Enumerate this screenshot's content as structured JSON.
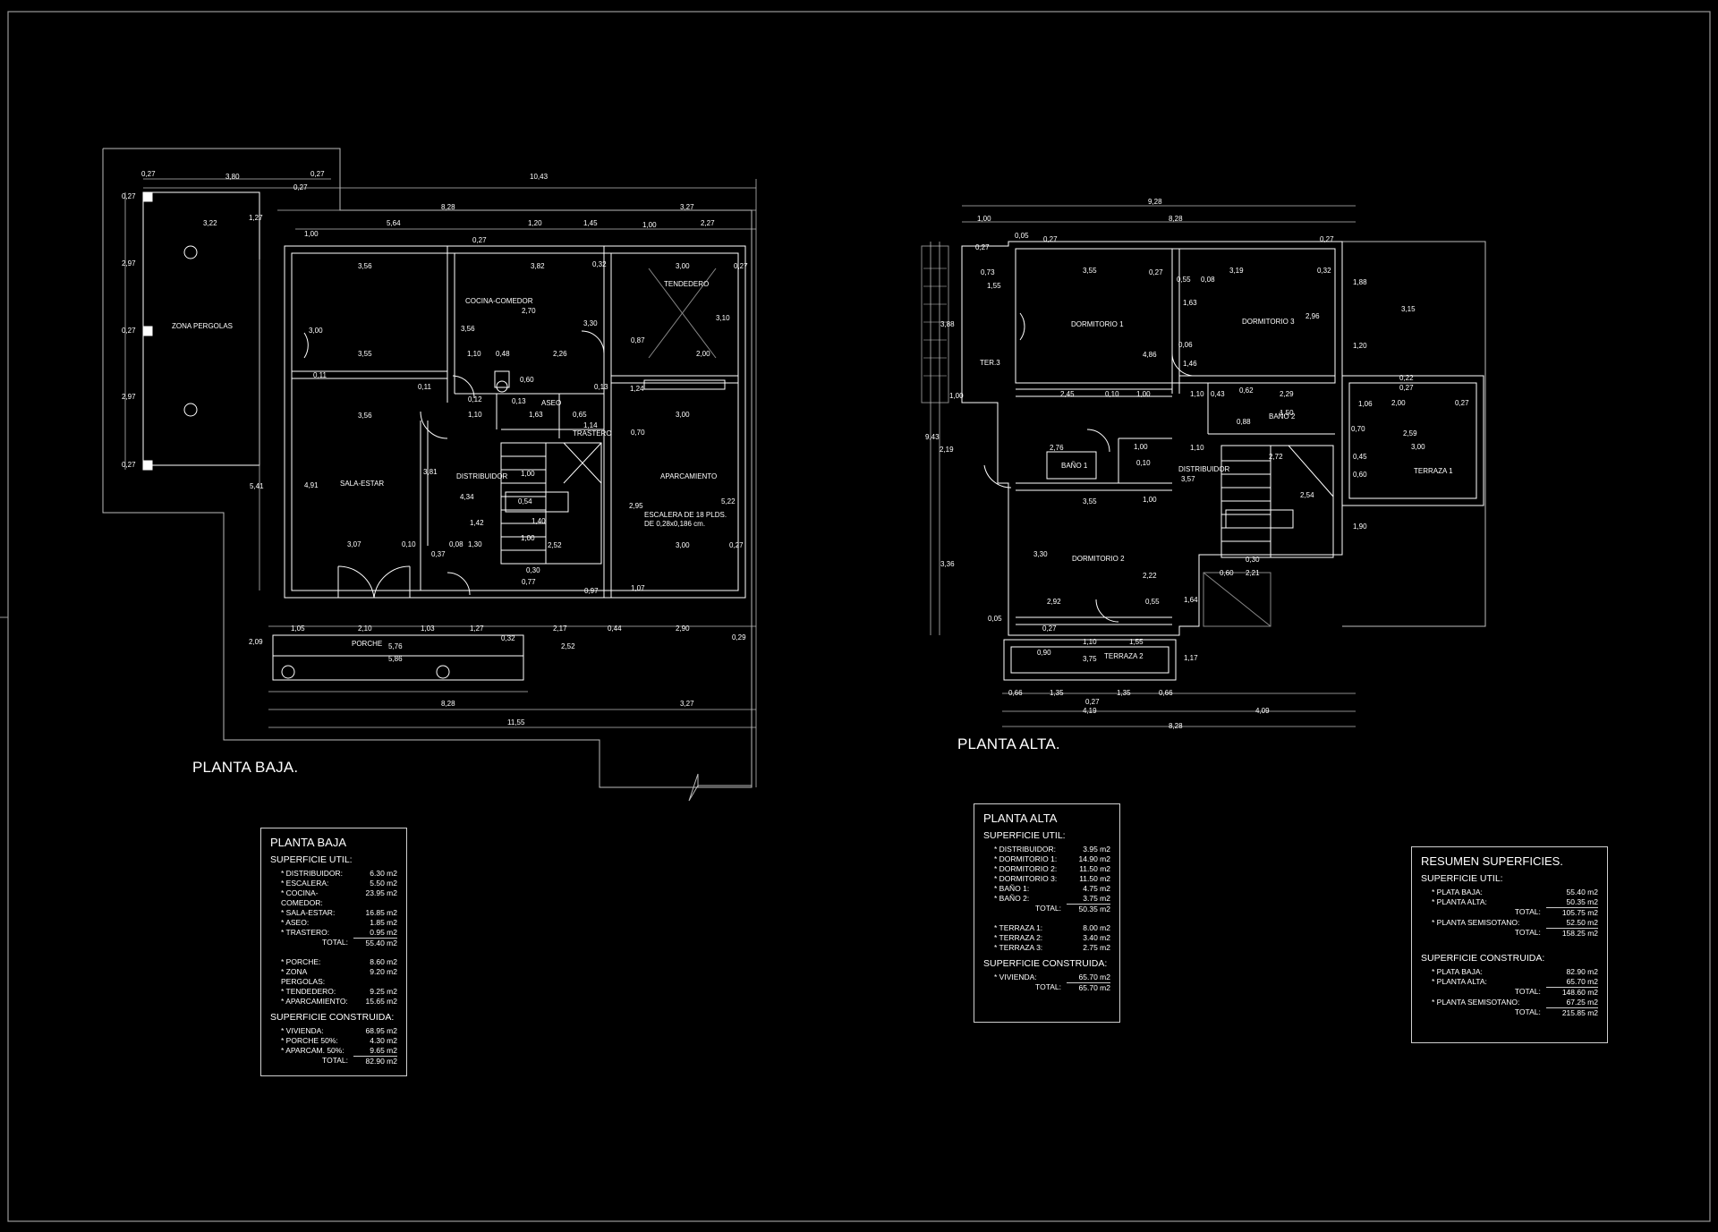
{
  "planta_baja": {
    "title": "PLANTA BAJA.",
    "rooms": [
      "ZONA PERGOLAS",
      "COCINA-COMEDOR",
      "TENDEDERO",
      "SALA-ESTAR",
      "DISTRIBUIDOR",
      "ASEO",
      "TRASTERO",
      "APARCAMIENTO",
      "PORCHE"
    ],
    "stair_note": [
      "ESCALERA DE 18 PLDS.",
      "DE 0,28x0,186 cm."
    ],
    "dims": {
      "top": [
        "0,27",
        "3,80",
        "0,27",
        "10,43",
        "0,27",
        "8,28",
        "3,27",
        "3,22",
        "1,27",
        "5,64",
        "1,20",
        "1,45",
        "1,00",
        "2,27",
        "1,00",
        "0,27"
      ],
      "left": [
        "0,27",
        "2,97",
        "0,27",
        "2,97",
        "0,27",
        "5,41"
      ],
      "interior": [
        "3,56",
        "3,82",
        "0,32",
        "3,00",
        "0,27",
        "2,70",
        "3,00",
        "3,56",
        "3,30",
        "3,10",
        "3,55",
        "1,10",
        "0,48",
        "2,26",
        "0,87",
        "2,00",
        "0,11",
        "0,11",
        "0,12",
        "0,60",
        "1,24",
        "0,13",
        "0,13",
        "3,56",
        "1,10",
        "1,63",
        "0,65",
        "1,14",
        "0,70",
        "3,00",
        "3,81",
        "4,34",
        "1,00",
        "4,91",
        "0,54",
        "1,40",
        "2,95",
        "5,22",
        "1,42",
        "1,00",
        "3,07",
        "0,10",
        "0,08",
        "1,30",
        "2,52",
        "3,00",
        "0,27",
        "0,37",
        "0,77",
        "0,30",
        "0,97",
        "1,07",
        "0,44",
        "2,90",
        "0,29"
      ],
      "bottom": [
        "1,05",
        "2,10",
        "1,03",
        "1,27",
        "2,17",
        "2,09",
        "0,32",
        "5,76",
        "2,52",
        "5,86",
        "8,28",
        "3,27",
        "11,55"
      ]
    }
  },
  "planta_alta": {
    "title": "PLANTA ALTA.",
    "rooms": [
      "DORMITORIO 1",
      "DORMITORIO 3",
      "BAÑO 2",
      "BAÑO 1",
      "DISTRIBUIDOR",
      "DORMITORIO 2",
      "TERRAZA 1",
      "TERRAZA 2",
      "TER.3"
    ],
    "dims": {
      "top": [
        "9,28",
        "1,00",
        "8,28",
        "0,05",
        "0,27",
        "0,27"
      ],
      "left": [
        "0,27",
        "1,55",
        "3,88",
        "1,00",
        "9,43",
        "2,19",
        "3,36"
      ],
      "interior": [
        "3,55",
        "0,27",
        "3,19",
        "0,32",
        "0,73",
        "0,55",
        "0,08",
        "2,96",
        "1,88",
        "3,15",
        "1,63",
        "1,20",
        "4,86",
        "0,06",
        "1,46",
        "0,22",
        "0,27",
        "2,45",
        "0,10",
        "1,00",
        "1,10",
        "0,43",
        "0,62",
        "2,29",
        "1,06",
        "2,00",
        "0,27",
        "1,50",
        "2,59",
        "2,76",
        "0,88",
        "3,00",
        "0,70",
        "1,00",
        "0,10",
        "1,10",
        "3,57",
        "2,72",
        "0,45",
        "0,60",
        "3,55",
        "1,00",
        "2,54",
        "1,90",
        "3,30",
        "2,22",
        "2,21",
        "0,30",
        "0,60",
        "1,64",
        "2,92",
        "0,55",
        "1,55",
        "1,10",
        "1,17",
        "0,05",
        "0,27"
      ],
      "bottom": [
        "0,66",
        "1,35",
        "0,27",
        "1,35",
        "0,66",
        "4,19",
        "4,09",
        "8,28",
        "3,75",
        "0,90"
      ]
    }
  },
  "tabla_planta_baja": {
    "title": "PLANTA BAJA",
    "util_heading": "SUPERFICIE UTIL:",
    "util_rows": [
      {
        "k": "* DISTRIBUIDOR:",
        "v": "6.30 m2"
      },
      {
        "k": "* ESCALERA:",
        "v": "5.50 m2"
      },
      {
        "k": "* COCINA-COMEDOR:",
        "v": "23.95 m2"
      },
      {
        "k": "* SALA-ESTAR:",
        "v": "16.85 m2"
      },
      {
        "k": "* ASEO:",
        "v": "1.85 m2"
      },
      {
        "k": "* TRASTERO:",
        "v": "0.95 m2"
      }
    ],
    "util_total": {
      "k": "TOTAL:",
      "v": "55.40 m2"
    },
    "extra_rows": [
      {
        "k": "* PORCHE:",
        "v": "8.60 m2"
      },
      {
        "k": "* ZONA PERGOLAS:",
        "v": "9.20 m2"
      },
      {
        "k": "* TENDEDERO:",
        "v": "9.25 m2"
      },
      {
        "k": "* APARCAMIENTO:",
        "v": "15.65 m2"
      }
    ],
    "construida_heading": "SUPERFICIE CONSTRUIDA:",
    "construida_rows": [
      {
        "k": "* VIVIENDA:",
        "v": "68.95 m2"
      },
      {
        "k": "* PORCHE 50%:",
        "v": "4.30 m2"
      },
      {
        "k": "* APARCAM. 50%:",
        "v": "9.65 m2"
      }
    ],
    "construida_total": {
      "k": "TOTAL:",
      "v": "82.90 m2"
    }
  },
  "tabla_planta_alta": {
    "title": "PLANTA ALTA",
    "util_heading": "SUPERFICIE UTIL:",
    "util_rows": [
      {
        "k": "* DISTRIBUIDOR:",
        "v": "3.95 m2"
      },
      {
        "k": "* DORMITORIO 1:",
        "v": "14.90 m2"
      },
      {
        "k": "* DORMITORIO 2:",
        "v": "11.50 m2"
      },
      {
        "k": "* DORMITORIO 3:",
        "v": "11.50 m2"
      },
      {
        "k": "* BAÑO 1:",
        "v": "4.75 m2"
      },
      {
        "k": "* BAÑO 2:",
        "v": "3.75 m2"
      }
    ],
    "util_total": {
      "k": "TOTAL:",
      "v": "50.35 m2"
    },
    "extra_rows": [
      {
        "k": "* TERRAZA 1:",
        "v": "8.00 m2"
      },
      {
        "k": "* TERRAZA 2:",
        "v": "3.40 m2"
      },
      {
        "k": "* TERRAZA 3:",
        "v": "2.75 m2"
      }
    ],
    "construida_heading": "SUPERFICIE CONSTRUIDA:",
    "construida_rows": [
      {
        "k": "* VIVIENDA:",
        "v": "65.70 m2"
      }
    ],
    "construida_total": {
      "k": "TOTAL:",
      "v": "65.70 m2"
    }
  },
  "tabla_resumen": {
    "title": "RESUMEN SUPERFICIES.",
    "util_heading": "SUPERFICIE UTIL:",
    "util_rows": [
      {
        "k": "* PLATA BAJA:",
        "v": "55.40 m2"
      },
      {
        "k": "* PLANTA ALTA:",
        "v": "50.35 m2"
      }
    ],
    "util_subtotal": {
      "k": "TOTAL:",
      "v": "105.75 m2"
    },
    "util_semisotano": {
      "k": "* PLANTA SEMISOTANO:",
      "v": "52.50 m2"
    },
    "util_total": {
      "k": "TOTAL:",
      "v": "158.25 m2"
    },
    "construida_heading": "SUPERFICIE CONSTRUIDA:",
    "construida_rows": [
      {
        "k": "* PLATA BAJA:",
        "v": "82.90 m2"
      },
      {
        "k": "* PLANTA ALTA:",
        "v": "65.70 m2"
      }
    ],
    "construida_subtotal": {
      "k": "TOTAL:",
      "v": "148.60 m2"
    },
    "construida_semisotano": {
      "k": "* PLANTA SEMISOTANO:",
      "v": "67.25 m2"
    },
    "construida_total": {
      "k": "TOTAL:",
      "v": "215.85 m2"
    }
  },
  "colors": {
    "background": "#000000",
    "lines": "#ffffff",
    "frame": "#bdbdbd"
  }
}
